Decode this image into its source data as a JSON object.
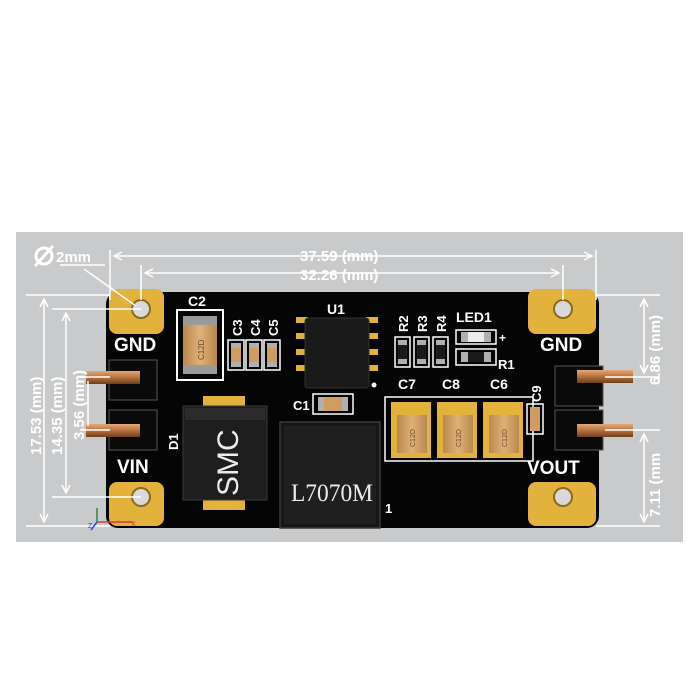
{
  "dimensions": {
    "hole": "2mm",
    "width_outer": "37.59 (mm)",
    "width_inner": "32.26 (mm)",
    "left_total": "17.53 (mm)",
    "left_holes": "14.35 (mm)",
    "left_pins": "3.56 (mm)",
    "right_top": "6.86 (mm)",
    "right_bottom": "7.11 (mm"
  },
  "pads": {
    "gnd_left": "GND",
    "gnd_right": "GND",
    "vin": "VIN",
    "vout": "VOUT"
  },
  "refs": {
    "c1": "C1",
    "c2": "C2",
    "c3": "C3",
    "c4": "C4",
    "c5": "C5",
    "c6": "C6",
    "c7": "C7",
    "c8": "C8",
    "c9": "C9",
    "r1": "R1",
    "r2": "R2",
    "r3": "R3",
    "r4": "R4",
    "u1": "U1",
    "led1": "LED1",
    "d1": "D1",
    "l1": "1",
    "plus": "+"
  },
  "markings": {
    "diode": "SMC",
    "inductor": "L7070M",
    "cap_code": "C12D"
  },
  "axis": {
    "z": "Z",
    "x": "X"
  },
  "colors": {
    "background": "#c9cacb",
    "board": "#050505",
    "gold": "#e2b23c",
    "ceramic": "#cf9d5f",
    "silkscreen": "#ffffff",
    "header_pin": "#b8723d"
  }
}
